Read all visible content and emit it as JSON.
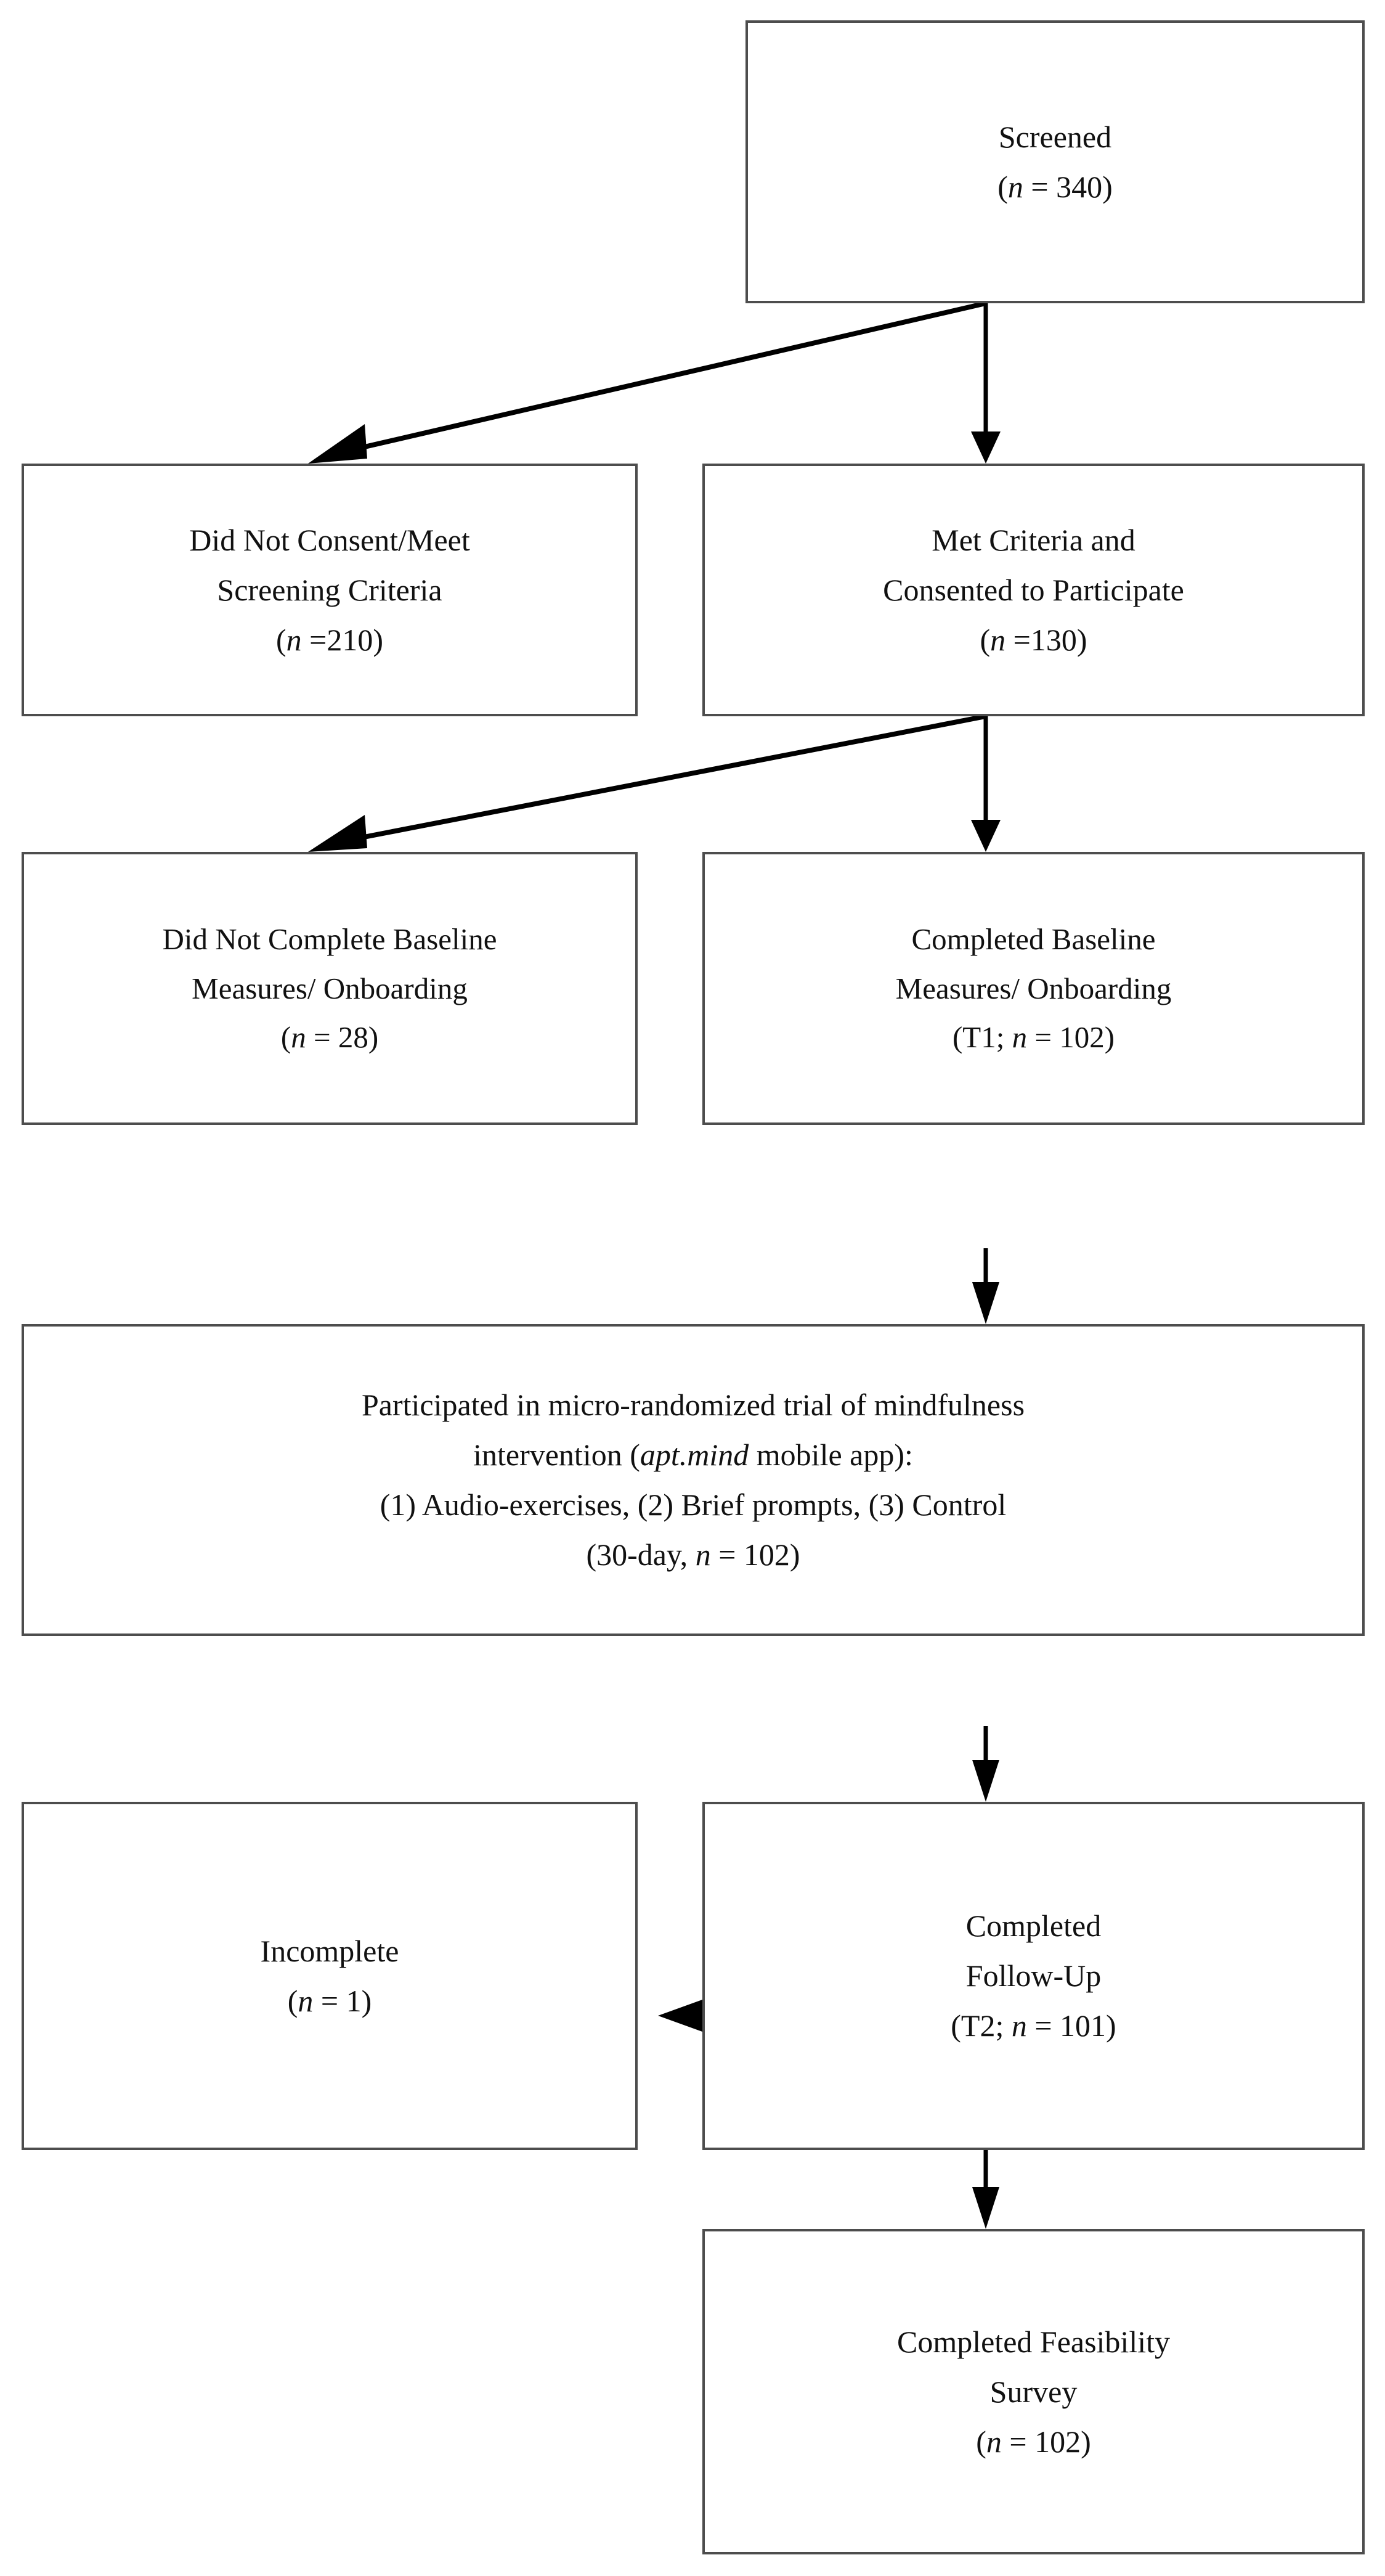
{
  "diagram": {
    "title": "Participant flow diagram",
    "type": "consort-flow",
    "line_color": "#4d4d4d",
    "arrow_color": "#000000",
    "background": "#ffffff"
  },
  "nodes": {
    "screened": {
      "name": "screened",
      "line1": "Screened",
      "line2_pre": "(",
      "line2_italic": "n",
      "line2_post": " = 340)"
    },
    "not_consented": {
      "name": "did-not-consent",
      "line1": "Did Not Consent/Meet",
      "line2": "Screening Criteria",
      "line3_pre": "(",
      "line3_italic": "n",
      "line3_post": " =210)"
    },
    "met_criteria": {
      "name": "met-criteria-consented",
      "line1": "Met Criteria and",
      "line2": "Consented to Participate",
      "line3_pre": "(",
      "line3_italic": "n",
      "line3_post": " =130)"
    },
    "no_baseline": {
      "name": "did-not-complete-baseline",
      "line1": "Did Not Complete Baseline",
      "line2": "Measures/ Onboarding",
      "line3_pre": "(",
      "line3_italic": "n",
      "line3_post": " = 28)"
    },
    "completed_baseline": {
      "name": "completed-baseline",
      "line1": "Completed Baseline",
      "line2": "Measures/ Onboarding",
      "line3_pre": "(T1; ",
      "line3_italic": "n",
      "line3_post": " = 102)"
    },
    "intervention": {
      "name": "micro-randomized-trial",
      "line1": "Participated in micro-randomized trial of mindfulness",
      "line2_pre": "intervention (",
      "line2_italic": "apt.mind",
      "line2_post": " mobile app):",
      "line3": "(1) Audio-exercises, (2) Brief prompts, (3) Control",
      "line4_pre": "(30-day, ",
      "line4_italic": "n",
      "line4_post": " = 102)"
    },
    "incomplete": {
      "name": "incomplete",
      "line1": "Incomplete",
      "line2_pre": "(",
      "line2_italic": "n",
      "line2_post": " = 1)"
    },
    "followup": {
      "name": "completed-follow-up",
      "line1": "Completed",
      "line2": "Follow-Up",
      "line3_pre": "(T2; ",
      "line3_italic": "n",
      "line3_post": " = 101)"
    },
    "feasibility": {
      "name": "completed-feasibility-survey",
      "line1": "Completed Feasibility",
      "line2": "Survey",
      "line3_pre": "(",
      "line3_italic": "n",
      "line3_post": " = 102)"
    }
  },
  "counts": {
    "screened": 340,
    "did_not_consent": 210,
    "met_criteria": 130,
    "did_not_complete_baseline": 28,
    "completed_baseline_T1": 102,
    "randomized_30day": 102,
    "incomplete": 1,
    "completed_followup_T2": 101,
    "completed_feasibility_survey": 102
  },
  "edges": [
    {
      "name": "screened-to-not-consented",
      "from": "screened",
      "to": "not_consented",
      "kind": "diagonal-left"
    },
    {
      "name": "screened-to-met-criteria",
      "from": "screened",
      "to": "met_criteria",
      "kind": "vertical"
    },
    {
      "name": "met-criteria-to-no-baseline",
      "from": "met_criteria",
      "to": "no_baseline",
      "kind": "diagonal-left"
    },
    {
      "name": "met-criteria-to-completed-baseline",
      "from": "met_criteria",
      "to": "completed_baseline",
      "kind": "vertical"
    },
    {
      "name": "completed-baseline-to-intervention",
      "from": "completed_baseline",
      "to": "intervention",
      "kind": "vertical"
    },
    {
      "name": "intervention-to-followup",
      "from": "intervention",
      "to": "followup",
      "kind": "vertical"
    },
    {
      "name": "followup-to-incomplete",
      "from": "followup",
      "to": "incomplete",
      "kind": "horizontal-left"
    },
    {
      "name": "followup-to-feasibility",
      "from": "followup",
      "to": "feasibility",
      "kind": "vertical"
    }
  ]
}
